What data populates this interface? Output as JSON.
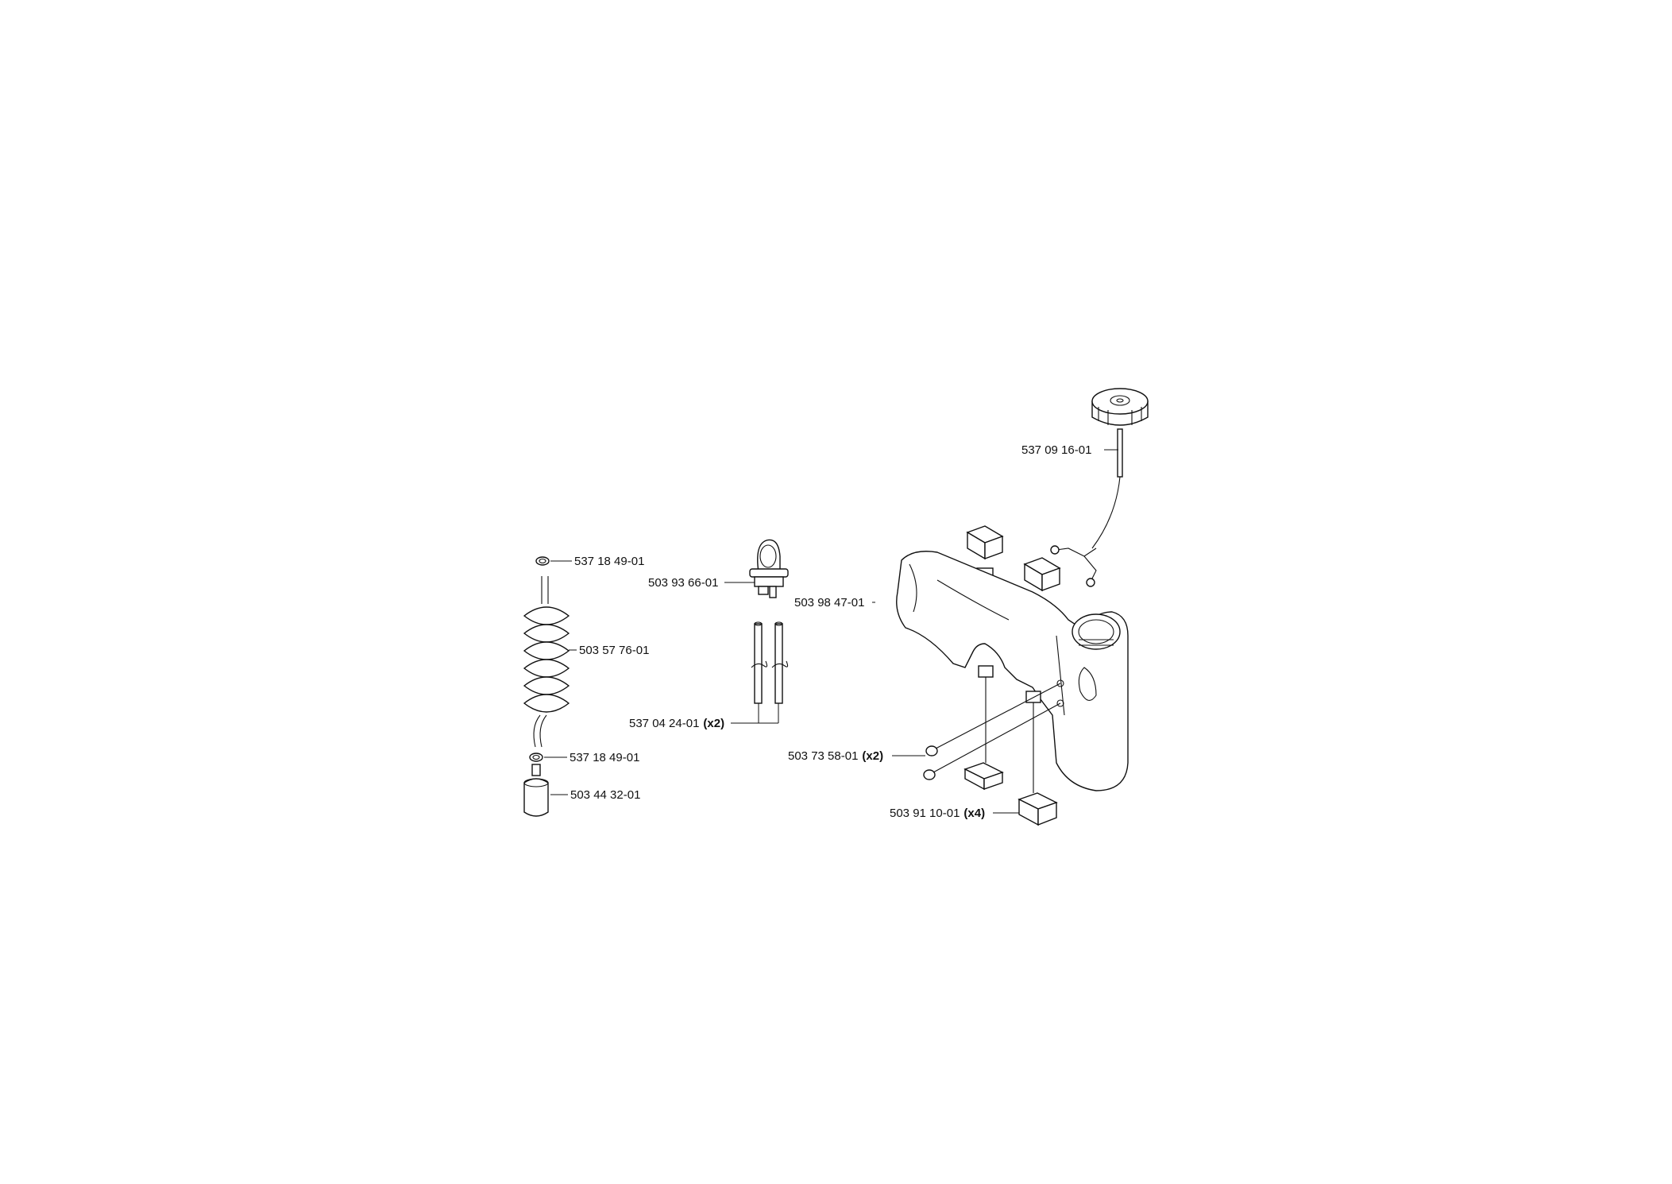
{
  "parts": [
    {
      "number": "537 18 49-01"
    },
    {
      "number": "503 57 76-01"
    },
    {
      "number": "537 18 49-01"
    },
    {
      "number": "503 44 32-01"
    },
    {
      "number": "503 93 66-01"
    },
    {
      "number": "537 04 24-01",
      "qty": "(x2)"
    },
    {
      "number": "537 09 16-01"
    },
    {
      "number": "503 98 47-01"
    },
    {
      "number": "503 73 58-01",
      "qty": "(x2)"
    },
    {
      "number": "503 91 10-01",
      "qty": "(x4)"
    }
  ]
}
